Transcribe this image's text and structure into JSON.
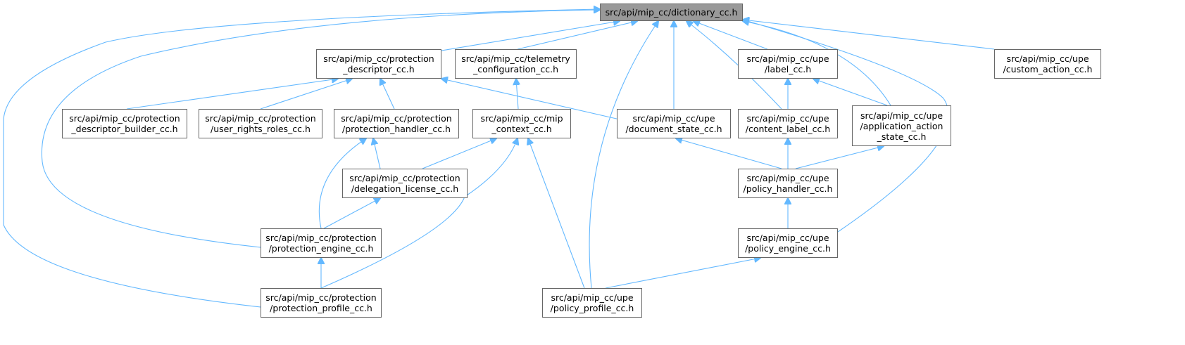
{
  "graph": {
    "root": "src/api/mip_cc/dictionary_cc.h",
    "nodes": {
      "protection_descriptor": "src/api/mip_cc/protection\n_descriptor_cc.h",
      "telemetry_configuration": "src/api/mip_cc/telemetry\n_configuration_cc.h",
      "upe_label": "src/api/mip_cc/upe\n/label_cc.h",
      "upe_custom_action": "src/api/mip_cc/upe\n/custom_action_cc.h",
      "protection_descriptor_builder": "src/api/mip_cc/protection\n_descriptor_builder_cc.h",
      "user_rights_roles": "src/api/mip_cc/protection\n/user_rights_roles_cc.h",
      "protection_handler": "src/api/mip_cc/protection\n/protection_handler_cc.h",
      "mip_context": "src/api/mip_cc/mip\n_context_cc.h",
      "upe_document_state": "src/api/mip_cc/upe\n/document_state_cc.h",
      "upe_content_label": "src/api/mip_cc/upe\n/content_label_cc.h",
      "upe_application_action_state": "src/api/mip_cc/upe\n/application_action\n_state_cc.h",
      "delegation_license": "src/api/mip_cc/protection\n/delegation_license_cc.h",
      "upe_policy_handler": "src/api/mip_cc/upe\n/policy_handler_cc.h",
      "protection_engine": "src/api/mip_cc/protection\n/protection_engine_cc.h",
      "upe_policy_engine": "src/api/mip_cc/upe\n/policy_engine_cc.h",
      "protection_profile": "src/api/mip_cc/protection\n/protection_profile_cc.h",
      "upe_policy_profile": "src/api/mip_cc/upe\n/policy_profile_cc.h"
    },
    "colors": {
      "edge": "#63b8ff",
      "root_fill": "#999999",
      "border": "#666666"
    }
  }
}
